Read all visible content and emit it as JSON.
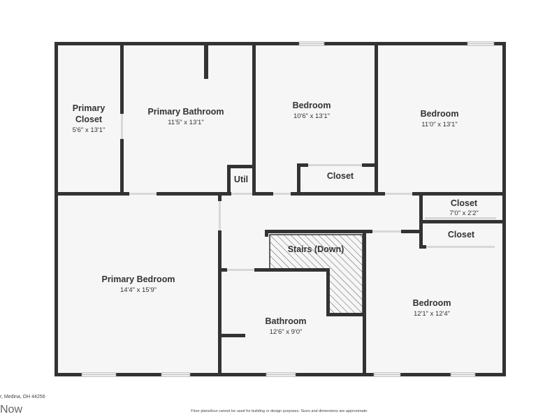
{
  "rooms": {
    "primary_closet": {
      "name_line1": "Primary",
      "name_line2": "Closet",
      "dims": "5'6\" x 13'1\""
    },
    "primary_bathroom": {
      "name": "Primary Bathroom",
      "dims": "11'5\" x 13'1\""
    },
    "bedroom_top_middle": {
      "name": "Bedroom",
      "dims": "10'6\" x 13'1\""
    },
    "bedroom_top_right": {
      "name": "Bedroom",
      "dims": "11'0\" x 13'1\""
    },
    "util": {
      "name": "Util"
    },
    "closet_middle": {
      "name": "Closet"
    },
    "closet_right_upper": {
      "name": "Closet",
      "dims": "7'0\" x 2'2\""
    },
    "closet_right_lower": {
      "name": "Closet"
    },
    "stairs": {
      "name": "Stairs (Down)"
    },
    "primary_bedroom": {
      "name": "Primary Bedroom",
      "dims": "14'4\" x 15'9\""
    },
    "bathroom": {
      "name": "Bathroom",
      "dims": "12'6\" x 9'0\""
    },
    "bedroom_bottom_right": {
      "name": "Bedroom",
      "dims": "12'1\" x 12'4\""
    }
  },
  "footer": {
    "address": "r, Medina, OH 44256",
    "brand": "Now",
    "disclaimer": "Floor plans/tour cannot be used for building or design purposes. Sizes and dimensions are approximate."
  },
  "colors": {
    "wall": "#333333",
    "floor": "#f6f6f6",
    "window": "#9a9a9a"
  }
}
